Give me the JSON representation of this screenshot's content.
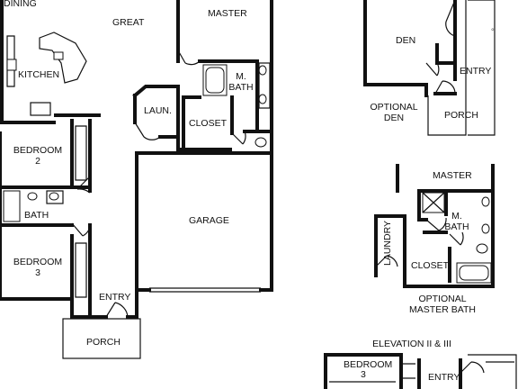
{
  "rooms": {
    "dining": "DINING",
    "great": "GREAT",
    "master": "MASTER",
    "kitchen": "KITCHEN",
    "m_bath_1": "M.",
    "m_bath_2": "BATH",
    "laun": "LAUN.",
    "closet": "CLOSET",
    "bedroom2_1": "BEDROOM",
    "bedroom2_2": "2",
    "bath": "BATH",
    "garage": "GARAGE",
    "bedroom3_1": "BEDROOM",
    "bedroom3_2": "3",
    "entry": "ENTRY",
    "porch": "PORCH"
  },
  "optional_den": {
    "den": "DEN",
    "entry": "ENTRY",
    "porch": "PORCH",
    "caption_1": "OPTIONAL",
    "caption_2": "DEN"
  },
  "optional_master_bath": {
    "master": "MASTER",
    "m_bath_1": "M.",
    "m_bath_2": "BATH",
    "laundry": "LAUNDRY",
    "closet": "CLOSET",
    "caption_1": "OPTIONAL",
    "caption_2": "MASTER BATH"
  },
  "elevation": {
    "caption": "ELEVATION II & III",
    "bedroom_1": "BEDROOM",
    "bedroom_2": "3",
    "entry": "ENTRY"
  }
}
